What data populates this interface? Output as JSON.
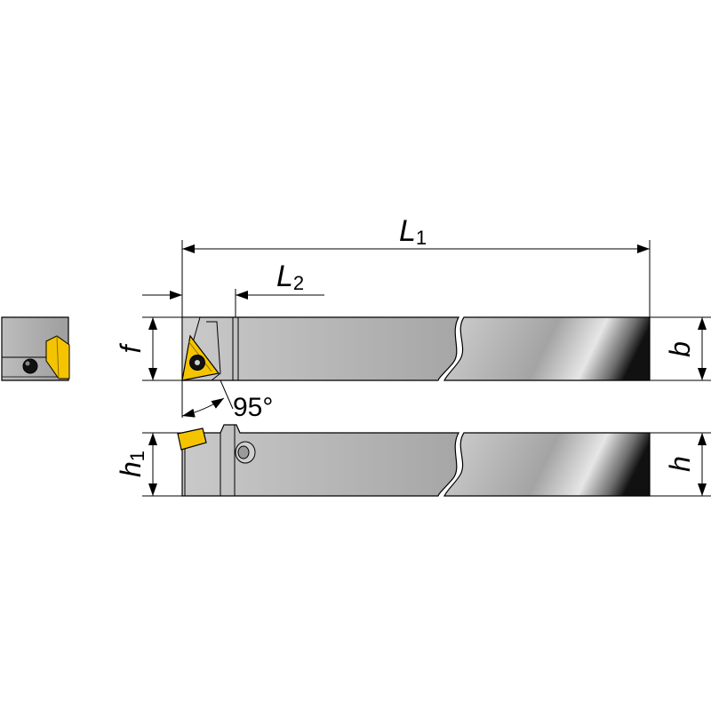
{
  "labels": {
    "L": "L",
    "L1_sub": "1",
    "L2_sub": "2",
    "f": "f",
    "b": "b",
    "h": "h",
    "h1_main": "h",
    "h1_sub": "1",
    "angle": "95°"
  },
  "colors": {
    "holder_light": "#d8d8d8",
    "holder_mid": "#a9a9a9",
    "holder_dark": "#1a1a1a",
    "insert_yellow": "#f5c400",
    "insert_edge": "#8a6a00",
    "line": "#000000"
  },
  "icons": {
    "insert": "triangular-thread-insert-icon",
    "screw": "torx-screw-icon",
    "coolant": "coolant-port-icon"
  }
}
